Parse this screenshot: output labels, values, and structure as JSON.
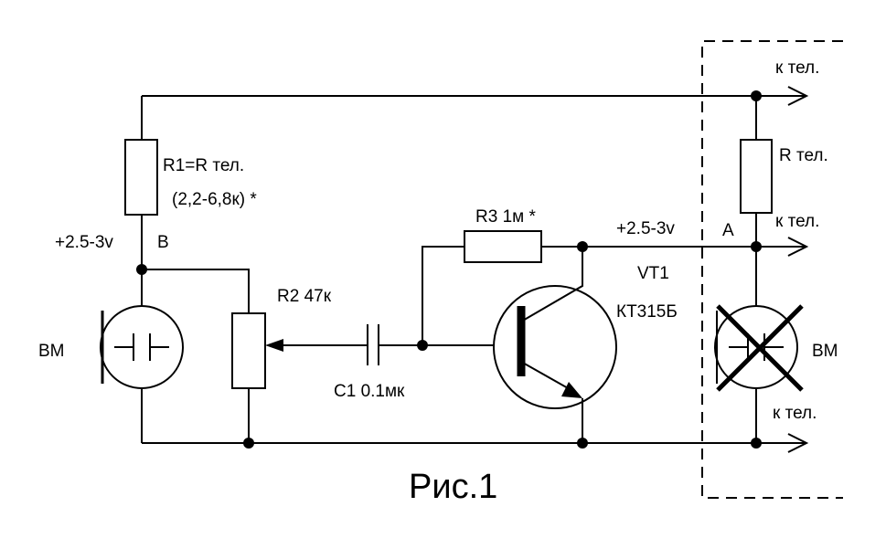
{
  "labels": {
    "to_phone_top": "к тел.",
    "r_phone": "R тел.",
    "to_phone_mid": "к тел.",
    "point_a": "A",
    "supply_right": "+2.5-3v",
    "vt1": "VT1",
    "transistor_type": "КТ315Б",
    "bm_right": "BM",
    "to_phone_bottom": "к тел.",
    "r1": "R1=R тел.",
    "r1_range": "(2,2-6,8к) *",
    "supply_left": "+2.5-3v",
    "point_b": "B",
    "bm_left": "BM",
    "r2": "R2  47к",
    "r3": "R3  1м *",
    "c1": "C1  0.1мк",
    "caption": "Рис.1"
  },
  "colors": {
    "ink": "#000000",
    "background": "#ffffff"
  }
}
